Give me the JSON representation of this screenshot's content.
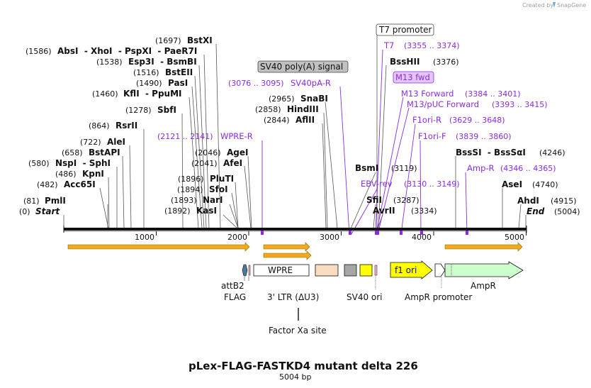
{
  "credit": {
    "created_by": "Created by",
    "brand": "SnapGene"
  },
  "title": "pLex-FLAG-FASTKD4 mutant delta 226",
  "subtitle": "5004 bp",
  "axis": {
    "ticks": [
      "1000",
      "2000",
      "3000",
      "4000",
      "5000"
    ]
  },
  "left_enzymes": [
    {
      "pos": "(1697)",
      "name": "BstXI"
    },
    {
      "pos": "(1586)",
      "name": "AbsI  - XhoI  - PspXI  - PaeR7I"
    },
    {
      "pos": "(1538)",
      "name": "Esp3I  - BsmBI"
    },
    {
      "pos": "(1516)",
      "name": "BstEII"
    },
    {
      "pos": "(1490)",
      "name": "PasI"
    },
    {
      "pos": "(1460)",
      "name": "KflI  - PpuMI"
    },
    {
      "pos": "(1278)",
      "name": "SbfI"
    },
    {
      "pos": "(864)",
      "name": "RsrII"
    },
    {
      "pos": "(722)",
      "name": "AleI"
    },
    {
      "pos": "(658)",
      "name": "BstAPI"
    },
    {
      "pos": "(580)",
      "name": "NspI  - SphI"
    },
    {
      "pos": "(486)",
      "name": "KpnI"
    },
    {
      "pos": "(482)",
      "name": "Acc65I"
    },
    {
      "pos": "(81)",
      "name": "PmlI"
    },
    {
      "pos": "(0)",
      "name": "Start"
    }
  ],
  "mid_enzymes": [
    {
      "pos": "(2046)",
      "name": "AgeI"
    },
    {
      "pos": "(2041)",
      "name": "AfeI"
    },
    {
      "pos": "(1896)",
      "name": "PluTI"
    },
    {
      "pos": "(1894)",
      "name": "SfoI"
    },
    {
      "pos": "(1893)",
      "name": "NarI"
    },
    {
      "pos": "(1892)",
      "name": "KasI"
    },
    {
      "pos": "(2965)",
      "name": "SnaBI"
    },
    {
      "pos": "(2858)",
      "name": "HindIII"
    },
    {
      "pos": "(2844)",
      "name": "AflII"
    }
  ],
  "right_enzymes": [
    {
      "pos": "(3376)",
      "name": "BssHII"
    },
    {
      "pos": "(3119)",
      "name": "BsmI"
    },
    {
      "pos": "(3287)",
      "name": "SfiI"
    },
    {
      "pos": "(3334)",
      "name": "AvrII"
    },
    {
      "pos": "(4246)",
      "name": "BssSI  - BssSαI"
    },
    {
      "pos": "(4740)",
      "name": "AseI"
    },
    {
      "pos": "(4915)",
      "name": "AhdI"
    },
    {
      "pos": "(5004)",
      "name": "End"
    }
  ],
  "primers": [
    {
      "name": "WPRE-R",
      "pos": "(2121 .. 2141)"
    },
    {
      "name": "SV40pA-R",
      "pos": "(3076 .. 3095)"
    },
    {
      "name": "T7",
      "pos": "(3355 .. 3374)"
    },
    {
      "name": "M13 Forward",
      "pos": "(3384 .. 3401)"
    },
    {
      "name": "M13/pUC Forward",
      "pos": "(3393 .. 3415)"
    },
    {
      "name": "F1ori-R",
      "pos": "(3629 .. 3648)"
    },
    {
      "name": "F1ori-F",
      "pos": "(3839 .. 3860)"
    },
    {
      "name": "Amp-R",
      "pos": "(4346 .. 4365)"
    },
    {
      "name": "EBV-rev",
      "pos": "(3130 .. 3149)"
    }
  ],
  "boxed_labels": {
    "t7_promoter": "T7 promoter",
    "sv40_polya": "SV40 poly(A) signal",
    "m13_fwd": "M13 fwd"
  },
  "features": {
    "attB2": "attB2",
    "flag": "FLAG",
    "wpre": "WPRE",
    "ltr": "3' LTR (ΔU3)",
    "sv40_ori": "SV40 ori",
    "f1_ori": "f1 ori",
    "ampr_promoter": "AmpR promoter",
    "ampr": "AmpR",
    "factor_xa": "Factor Xa site"
  },
  "colors": {
    "orf": "#f2a91c",
    "wpre_box": "#ffffff",
    "ltr_box": "#f9dcc0",
    "sv40_box": "#a6a6a6",
    "yellow": "#ffff00",
    "ampr_green": "#ccffcc",
    "primer": "#8a2be2"
  }
}
